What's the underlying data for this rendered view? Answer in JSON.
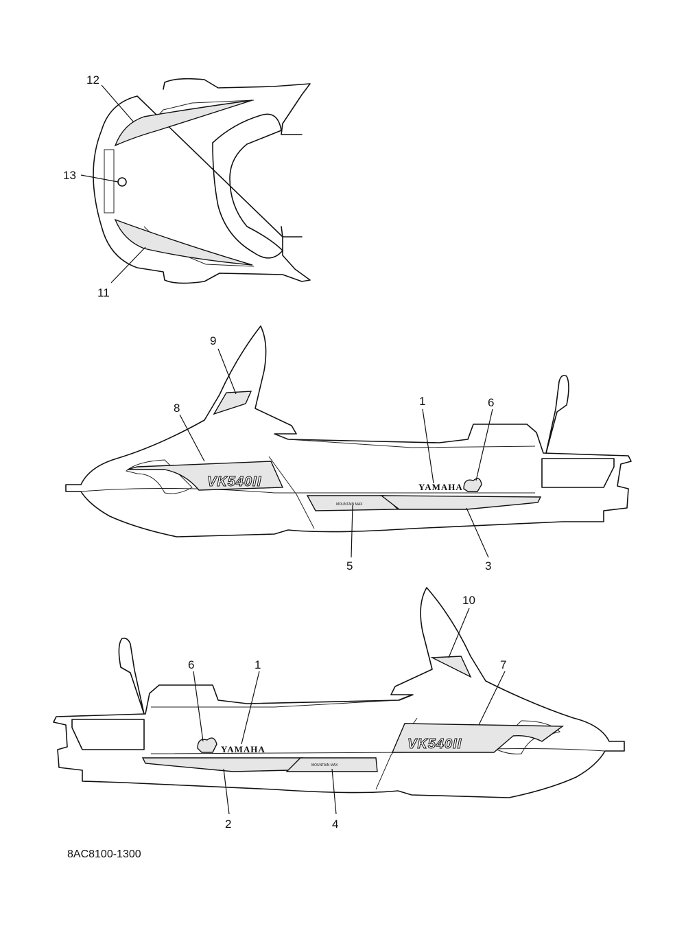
{
  "callouts": {
    "top_view": [
      "12",
      "13",
      "11"
    ],
    "side_right": [
      "9",
      "8",
      "1",
      "6",
      "5",
      "3"
    ],
    "side_left": [
      "10",
      "6",
      "1",
      "7",
      "2",
      "4"
    ]
  },
  "decals": {
    "brand": "YAMAHA",
    "model": "VK540II",
    "stripe_text": "MOUNTAIN MAX"
  },
  "diagram_code": "8AC8100-1300"
}
